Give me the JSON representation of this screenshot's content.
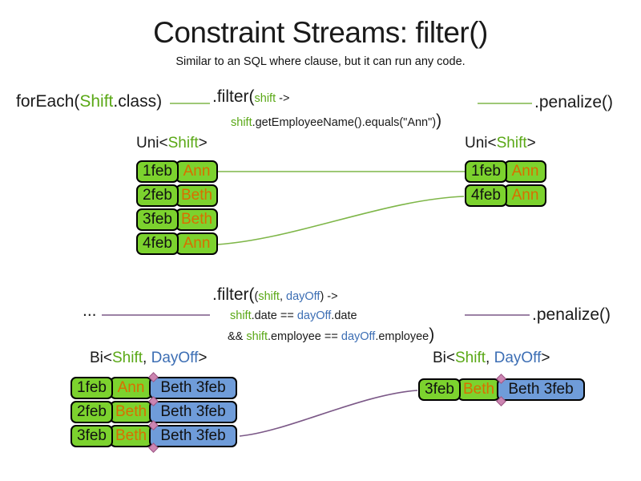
{
  "title": "Constraint Streams: filter()",
  "subtitle": "Similar to an SQL where clause, but it can run any code.",
  "colors": {
    "code_green": "#5aa816",
    "code_blue": "#3c6eb4",
    "name_orange": "#d96e00",
    "box_green": "#7cd22e",
    "box_blue": "#6f9cd9",
    "line_green": "#7eb648",
    "line_purple": "#7b5887",
    "anchor_pink": "#cc85b1"
  },
  "top": {
    "foreach": {
      "t1": "forEach(",
      "t2": "Shift",
      "t3": ".class)"
    },
    "filter_line1": {
      "t1": ".filter(",
      "t2": "shift",
      "t3": " ->"
    },
    "filter_line2": {
      "t1": "shift",
      "t2": ".getEmployeeName().equals(\"Ann\")",
      "t3": ")"
    },
    "penalize": ".penalize()",
    "left_table": {
      "label": {
        "t1": "Uni<",
        "t2": "Shift",
        "t3": ">"
      },
      "rows": [
        {
          "date": "1feb",
          "name": "Ann"
        },
        {
          "date": "2feb",
          "name": "Beth"
        },
        {
          "date": "3feb",
          "name": "Beth"
        },
        {
          "date": "4feb",
          "name": "Ann"
        }
      ]
    },
    "right_table": {
      "label": {
        "t1": "Uni<",
        "t2": "Shift",
        "t3": ">"
      },
      "rows": [
        {
          "date": "1feb",
          "name": "Ann"
        },
        {
          "date": "4feb",
          "name": "Ann"
        }
      ]
    }
  },
  "bottom": {
    "source": "...",
    "filter_line1": {
      "t1": ".filter(",
      "t2": "(",
      "t3": "shift",
      "t4": ", ",
      "t5": "dayOff",
      "t6": ") ->"
    },
    "filter_line2": {
      "t1": "shift",
      "t2": ".date == ",
      "t3": "dayOff",
      "t4": ".date"
    },
    "filter_line3": {
      "t1": "&& ",
      "t2": "shift",
      "t3": ".employee == ",
      "t4": "dayOff",
      "t5": ".employee",
      "t6": ")"
    },
    "penalize": ".penalize()",
    "left_table": {
      "label": {
        "t1": "Bi<",
        "t2": "Shift",
        "t3": ", ",
        "t4": "DayOff",
        "t5": ">"
      },
      "rows": [
        {
          "date": "1feb",
          "name": "Ann",
          "pair": "Beth 3feb"
        },
        {
          "date": "2feb",
          "name": "Beth",
          "pair": "Beth 3feb"
        },
        {
          "date": "3feb",
          "name": "Beth",
          "pair": "Beth 3feb"
        }
      ]
    },
    "right_table": {
      "label": {
        "t1": "Bi<",
        "t2": "Shift",
        "t3": ", ",
        "t4": "DayOff",
        "t5": ">"
      },
      "rows": [
        {
          "date": "3feb",
          "name": "Beth",
          "pair": "Beth 3feb"
        }
      ]
    }
  }
}
